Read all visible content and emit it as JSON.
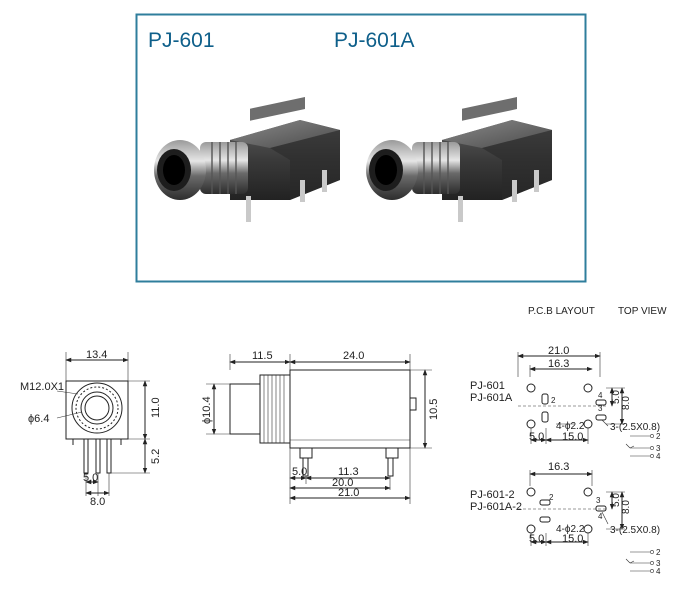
{
  "photo": {
    "label_left": "PJ-601",
    "label_right": "PJ-601A",
    "border_color": "#2f7e9c",
    "title_color": "#0e5f8a"
  },
  "pcb_header": {
    "layout": "P.C.B LAYOUT",
    "view": "TOP VIEW"
  },
  "front_view": {
    "width": "13.4",
    "thread": "M12.0X1",
    "bore": "ϕ6.4",
    "height": "11.0",
    "pin_height": "5.2",
    "pin_pitch": "5.0",
    "pin_span": "8.0"
  },
  "side_view": {
    "nut_len": "11.5",
    "body_len": "24.0",
    "dia": "ϕ10.4",
    "height": "10.5",
    "d1": "5.0",
    "d2": "11.3",
    "d3": "20.0",
    "d4": "21.0"
  },
  "pcb_top": {
    "model1": "PJ-601",
    "model2": "PJ-601A",
    "w_total": "21.0",
    "w_inner": "16.3",
    "h1": "5.0",
    "h2": "8.0",
    "bottom_left": "5.0",
    "bottom_mid": "15.0",
    "holes": "4-ϕ2.2",
    "slots": "3-(2.5X0.8)",
    "pin_labels": [
      "2",
      "3",
      "4"
    ],
    "schem": [
      "2",
      "3",
      "4"
    ]
  },
  "pcb_bottom": {
    "model1": "PJ-601-2",
    "model2": "PJ-601A-2",
    "w_inner": "16.3",
    "h1": "5.0",
    "h2": "8.0",
    "bottom_left": "5.0",
    "bottom_mid": "15.0",
    "holes": "4-ϕ2.2",
    "slots": "3-(2.5X0.8)",
    "pin_labels": [
      "2",
      "3",
      "4"
    ],
    "schem": [
      "2",
      "3",
      "4"
    ]
  }
}
